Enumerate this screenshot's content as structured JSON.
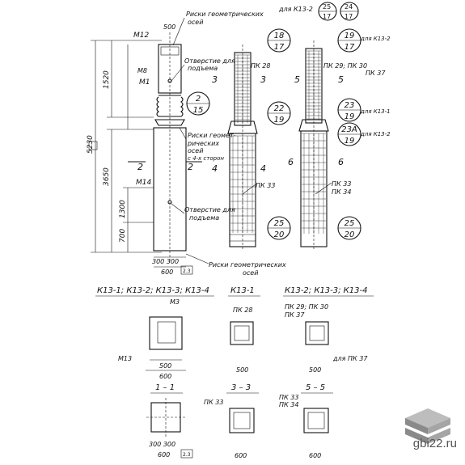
{
  "labels": {
    "risk_top": "Риски геометрических",
    "risk_top2": "осей",
    "m12": "М12",
    "m8": "М8",
    "m1": "М1",
    "m14": "М14",
    "m13": "М13",
    "m3": "М3",
    "otv_top": "Отверстие для",
    "otv_top2": "подъема",
    "risk_mid": "Риски геомет-",
    "risk_mid2": "рических",
    "risk_mid3": "осей",
    "risk_mid4": "с 4-х сторон",
    "otv_mid": "Отверстие для",
    "otv_mid2": "подъема",
    "risk_bot": "Риски геометрических",
    "risk_bot2": "осей",
    "dims_vert": [
      "5230",
      "1520",
      "3650",
      "1300",
      "700"
    ],
    "dim_500": "500",
    "dim_300_300": "300  300",
    "dim_600": "600",
    "sheet_ref": "2.3",
    "section_2": "2",
    "pk28": "ПК 28",
    "pk29": "ПК 29; ПК 30",
    "pk37": "ПК 37",
    "pk33": "ПК 33",
    "pk33b": "ПК 33",
    "pk34": "ПК 34",
    "sect_3": "3",
    "sect_4": "4",
    "sect_5": "5",
    "sect_6": "6",
    "k13_1_line": "К13-1; К13-2; К13-3; К13-4",
    "k13_1": "К13-1",
    "k13_234": "К13-2; К13-3; К13-4",
    "for_k13": "для К13-2",
    "for_k13b": "для К13-1",
    "for_pk37": "для ПК 37",
    "sec_11": "1 – 1",
    "sec_33": "3 – 3",
    "sec_55": "5 – 5",
    "top_right": "25",
    "top_right2": "17",
    "top_right3": "24",
    "site": "gbi22.ru"
  },
  "circles": [
    {
      "top": "18",
      "bot": "17"
    },
    {
      "top": "19",
      "bot": "17"
    },
    {
      "top": "2",
      "bot": "15"
    },
    {
      "top": "22",
      "bot": "19"
    },
    {
      "top": "23",
      "bot": "19"
    },
    {
      "top": "23А",
      "bot": "19"
    },
    {
      "top": "25",
      "bot": "20"
    },
    {
      "top": "25",
      "bot": "20"
    }
  ],
  "colors": {
    "ink": "#111111",
    "paper": "#ffffff",
    "logo": "#8a8a8a"
  }
}
